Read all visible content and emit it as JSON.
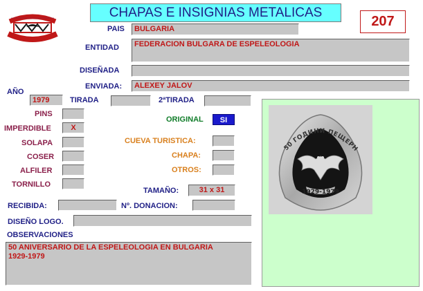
{
  "header": {
    "title": "CHAPAS E INSIGNIAS METALICAS",
    "record_number": "207"
  },
  "logo": {
    "alt_text": "SOCIEDAD ESPELEOLOGIA"
  },
  "fields": {
    "pais": {
      "label": "PAIS",
      "value": "BULGARIA"
    },
    "entidad": {
      "label": "ENTIDAD",
      "value": "FEDERACION BULGARA DE ESPELEOLOGIA"
    },
    "disenada": {
      "label": "DISEÑADA",
      "value": ""
    },
    "enviada": {
      "label": "ENVIADA:",
      "value": "ALEXEY JALOV"
    },
    "ano": {
      "label": "AÑO",
      "value": "1979"
    },
    "tirada": {
      "label": "TIRADA",
      "value": ""
    },
    "segunda_tirada": {
      "label": "2ªTIRADA",
      "value": ""
    },
    "pins": {
      "label": "PINS",
      "value": ""
    },
    "imperdible": {
      "label": "IMPERDIBLE",
      "value": "X"
    },
    "solapa": {
      "label": "SOLAPA",
      "value": ""
    },
    "coser": {
      "label": "COSER",
      "value": ""
    },
    "alfiler": {
      "label": "ALFILER",
      "value": ""
    },
    "tornillo": {
      "label": "TORNILLO",
      "value": ""
    },
    "original": {
      "label": "ORIGINAL",
      "value": "SI"
    },
    "cueva_turistica": {
      "label": "CUEVA TURISTICA:",
      "value": ""
    },
    "chapa": {
      "label": "CHAPA:",
      "value": ""
    },
    "otros": {
      "label": "OTROS:",
      "value": ""
    },
    "tamano": {
      "label": "TAMAÑO:",
      "value": "31 x 31"
    },
    "recibida": {
      "label": "RECIBIDA:",
      "value": ""
    },
    "num_donacion": {
      "label": "Nº. DONACION:",
      "value": ""
    },
    "diseno_logo": {
      "label": "DISEÑO LOGO.",
      "value": ""
    },
    "observaciones": {
      "label": "OBSERVACIONES",
      "value": "50 ANIVERSARIO DE LA ESPELEOLOGIA EN BULGARIA\n1929-1979"
    }
  },
  "badge_photo": {
    "inscription": "50 ГОДИНИ ПЕЩЕРНО ДЕЛО",
    "years": "1929-1979"
  },
  "colors": {
    "title_bg": "#66ffff",
    "label_navy": "#1f1f86",
    "label_maroon": "#8a1f4a",
    "value_red": "#c01818",
    "field_gray": "#c6c6c6",
    "photo_panel": "#ccffcc",
    "original_bg": "#1a1acc"
  }
}
